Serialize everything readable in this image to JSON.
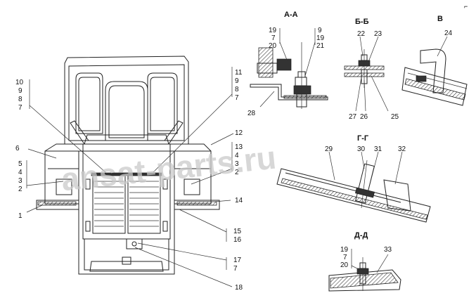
{
  "watermark": "ansat-parts.ru",
  "corner_mark": "⌐",
  "sections": {
    "aa": {
      "title": "А-А",
      "labels": [
        "19",
        "7",
        "20",
        "9",
        "19",
        "21",
        "28"
      ]
    },
    "bb": {
      "title": "Б-Б",
      "labels": [
        "22",
        "23",
        "27",
        "26",
        "25"
      ]
    },
    "v": {
      "title": "В",
      "labels": [
        "24"
      ]
    },
    "gg": {
      "title": "Г-Г",
      "labels": [
        "29",
        "30",
        "31",
        "32"
      ]
    },
    "dd": {
      "title": "Д-Д",
      "labels": [
        "19",
        "7",
        "20",
        "33"
      ]
    }
  },
  "main_view": {
    "left_stack_top": [
      "10",
      "9",
      "8",
      "7"
    ],
    "left_label_6": "6",
    "left_stack_mid": [
      "5",
      "4",
      "3",
      "2"
    ],
    "left_label_1": "1",
    "right_stack_top": [
      "11",
      "9",
      "8",
      "7"
    ],
    "right_label_12": "12",
    "right_stack_mid": [
      "13",
      "4",
      "3",
      "2"
    ],
    "right_label_14": "14",
    "right_stack_15": [
      "15",
      "16"
    ],
    "right_stack_17": [
      "17",
      "7"
    ],
    "right_label_18": "18"
  }
}
